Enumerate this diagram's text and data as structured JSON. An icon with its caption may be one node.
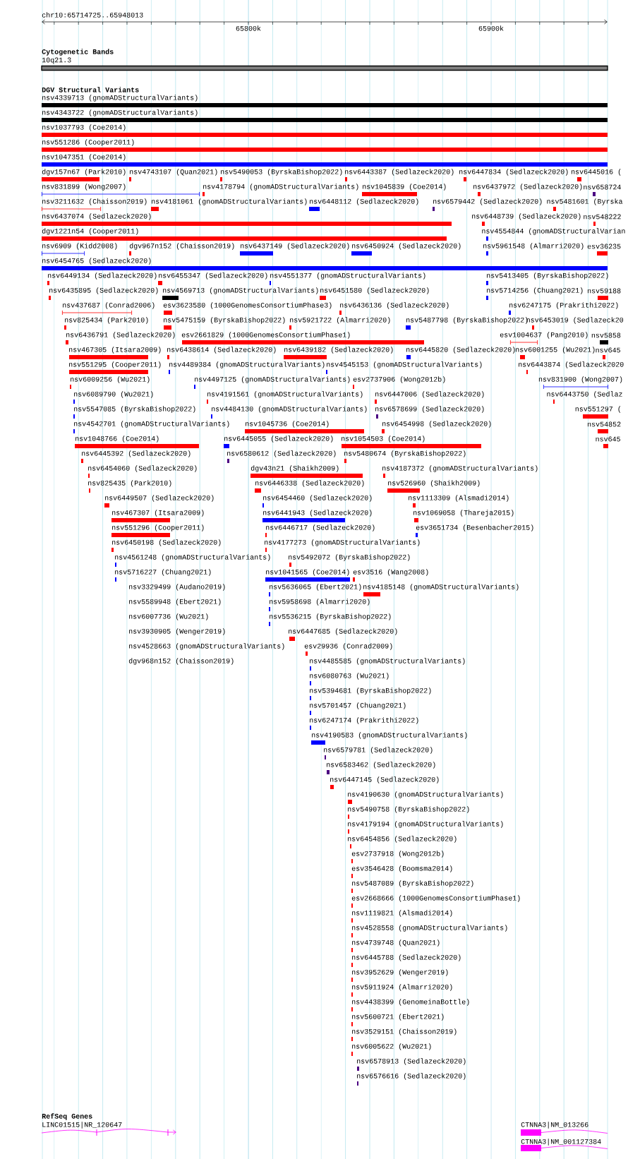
{
  "diagram": {
    "labels": [
      "chr10:65714725..65948013",
      "65800k",
      "65900k",
      "Cytogenetic Bands",
      "10q21.3",
      "DGV Structural Variants",
      "nsv4339713 (gnomADStructuralVariants)",
      "nsv4343722 (gnomADStructuralVariants)",
      "nsv1037793 (Coe2014)",
      "nsv551286 (Cooper2011)",
      "nsv1047351 (Coe2014)",
      "dgv157n67 (Park2010)",
      "nsv4743107 (Quan2021)",
      "nsv5490053 (ByrskaBishop2022)",
      "nsv6443387 (Sedlazeck2020)",
      "nsv6447834 (Sedlazeck2020)",
      "nsv6445016 (",
      "nsv831899 (Wong2007)",
      "nsv4178794 (gnomADStructuralVariants)",
      "nsv1045839 (Coe2014)",
      "nsv6437972 (Sedlazeck2020)",
      "nsv658724",
      "nsv3211632 (Chaisson2019)",
      "nsv4181061 (gnomADStructuralVariants)",
      "nsv6448112 (Sedlazeck2020)",
      "nsv6579442 (Sedlazeck2020)",
      "nsv5481601 (Byrska",
      "nsv6437074 (Sedlazeck2020)",
      "nsv6448739 (Sedlazeck2020)",
      "nsv548222",
      "dgv1221n54 (Cooper2011)",
      "nsv4554844 (gnomADStructuralVarian",
      "nsv6909 (Kidd2008)",
      "dgv967n152 (Chaisson2019)",
      "nsv6437149 (Sedlazeck2020)",
      "nsv6450924 (Sedlazeck2020)",
      "nsv5961548 (Almarri2020)",
      "esv36235",
      "nsv6454765 (Sedlazeck2020)",
      "nsv6449134 (Sedlazeck2020)",
      "nsv6455347 (Sedlazeck2020)",
      "nsv4551377 (gnomADStructuralVariants)",
      "nsv5413405 (ByrskaBishop2022)",
      "nsv6435895 (Sedlazeck2020)",
      "nsv4569713 (gnomADStructuralVariants)",
      "nsv6451580 (Sedlazeck2020)",
      "nsv5714256 (Chuang2021)",
      "nsv59188",
      "nsv437687 (Conrad2006)",
      "esv3623580 (1000GenomesConsortiumPhase3)",
      "nsv6436136 (Sedlazeck2020)",
      "nsv6247175 (Prakrithi2022)",
      "nsv825434 (Park2010)",
      "nsv5475159 (ByrskaBishop2022)",
      "nsv5921722 (Almarri2020)",
      "nsv5487798 (ByrskaBishop2022)",
      "nsv6453019 (Sedlazeck20",
      "nsv6436791 (Sedlazeck2020)",
      "esv2661829 (1000GenomesConsortiumPhase1)",
      "esv1004637 (Pang2010)",
      "nsv5858",
      "nsv467305 (Itsara2009)",
      "nsv6438614 (Sedlazeck2020)",
      "nsv6439182 (Sedlazeck2020)",
      "nsv6445820 (Sedlazeck2020)",
      "nsv6001255 (Wu2021)",
      "nsv645",
      "nsv551295 (Cooper2011)",
      "nsv4489384 (gnomADStructuralVariants)",
      "nsv4545153 (gnomADStructuralVariants)",
      "nsv6443874 (Sedlazeck2020",
      "nsv6009256 (Wu2021)",
      "nsv4497125 (gnomADStructuralVariants)",
      "esv2737906 (Wong2012b)",
      "nsv831900 (Wong2007)",
      "nsv6089790 (Wu2021)",
      "nsv4191561 (gnomADStructuralVariants)",
      "nsv6447006 (Sedlazeck2020)",
      "nsv6443750 (Sedlaz",
      "nsv5547085 (ByrskaBishop2022)",
      "nsv4484130 (gnomADStructuralVariants)",
      "nsv6578699 (Sedlazeck2020)",
      "nsv551297 (",
      "nsv4542701 (gnomADStructuralVariants)",
      "nsv1045736 (Coe2014)",
      "nsv6454998 (Sedlazeck2020)",
      "nsv54852",
      "nsv1048766 (Coe2014)",
      "nsv6445055 (Sedlazeck2020)",
      "nsv1054503 (Coe2014)",
      "nsv645",
      "nsv6445392 (Sedlazeck2020)",
      "nsv6580612 (Sedlazeck2020)",
      "nsv5480674 (ByrskaBishop2022)",
      "nsv6454060 (Sedlazeck2020)",
      "dgv43n21 (Shaikh2009)",
      "nsv4187372 (gnomADStructuralVariants)",
      "nsv825435 (Park2010)",
      "nsv6446338 (Sedlazeck2020)",
      "nsv526960 (Shaikh2009)",
      "nsv6449507 (Sedlazeck2020)",
      "nsv6454460 (Sedlazeck2020)",
      "nsv1113309 (Alsmadi2014)",
      "nsv467307 (Itsara2009)",
      "nsv6441943 (Sedlazeck2020)",
      "nsv1069058 (Thareja2015)",
      "nsv551296 (Cooper2011)",
      "nsv6446717 (Sedlazeck2020)",
      "esv3651734 (Besenbacher2015)",
      "nsv6450198 (Sedlazeck2020)",
      "nsv4177273 (gnomADStructuralVariants)",
      "nsv4561248 (gnomADStructuralVariants)",
      "nsv5492072 (ByrskaBishop2022)",
      "nsv5716227 (Chuang2021)",
      "nsv1041565 (Coe2014)",
      "esv3516 (Wang2008)",
      "nsv3329499 (Audano2019)",
      "nsv5636065 (Ebert2021)",
      "nsv4185148 (gnomADStructuralVariants)",
      "nsv5589948 (Ebert2021)",
      "nsv5958698 (Almarri2020)",
      "nsv6007736 (Wu2021)",
      "nsv5536215 (ByrskaBishop2022)",
      "nsv3930905 (Wenger2019)",
      "nsv6447685 (Sedlazeck2020)",
      "nsv4528663 (gnomADStructuralVariants)",
      "esv29936 (Conrad2009)",
      "dgv968n152 (Chaisson2019)",
      "nsv4485585 (gnomADStructuralVariants)",
      "nsv6080763 (Wu2021)",
      "nsv5394681 (ByrskaBishop2022)",
      "nsv5701457 (Chuang2021)",
      "nsv6247174 (Prakrithi2022)",
      "nsv4190583 (gnomADStructuralVariants)",
      "nsv6579781 (Sedlazeck2020)",
      "nsv6583462 (Sedlazeck2020)",
      "nsv6447145 (Sedlazeck2020)",
      "nsv4190630 (gnomADStructuralVariants)",
      "nsv5490758 (ByrskaBishop2022)",
      "nsv4179194 (gnomADStructuralVariants)",
      "nsv6454856 (Sedlazeck2020)",
      "esv2737918 (Wong2012b)",
      "esv3546428 (Boomsma2014)",
      "nsv5487089 (ByrskaBishop2022)",
      "esv2668666 (1000GenomesConsortiumPhase1)",
      "nsv1119821 (Alsmadi2014)",
      "nsv4528558 (gnomADStructuralVariants)",
      "nsv4739748 (Quan2021)",
      "nsv6445788 (Sedlazeck2020)",
      "nsv3952629 (Wenger2019)",
      "nsv5911924 (Almarri2020)",
      "nsv4438399 (GenomeinaBottle)",
      "nsv5600721 (Ebert2021)",
      "nsv3529151 (Chaisson2019)",
      "nsv6005622 (Wu2021)",
      "nsv6578913 (Sedlazeck2020)",
      "nsv6576616 (Sedlazeck2020)",
      "RefSeq Genes",
      "LINC01515|NR_120647",
      "CTNNA3|NM_013266",
      "CTNNA3|NM_001127384"
    ]
  }
}
